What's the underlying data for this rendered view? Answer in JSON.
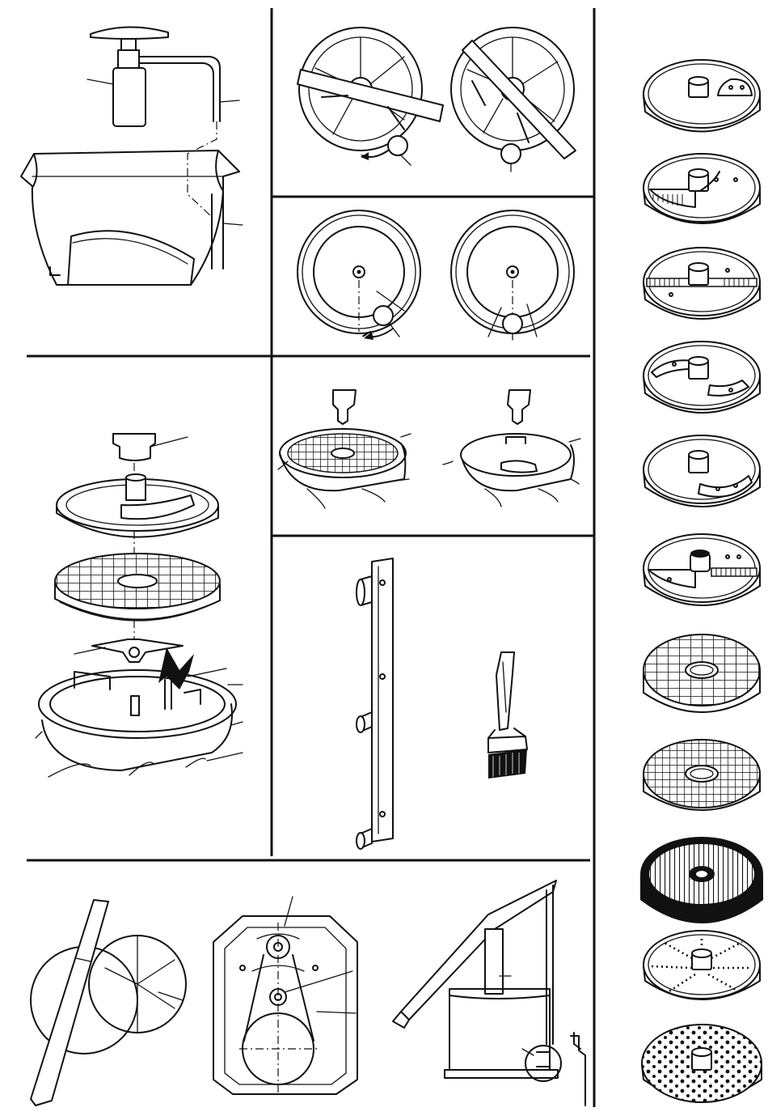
{
  "colors": {
    "ink": "#111111",
    "paper": "#ffffff"
  },
  "panels": [
    {
      "id": "lid-and-pusher"
    },
    {
      "id": "disc-removal-tool"
    },
    {
      "id": "ejector-alignment"
    },
    {
      "id": "dicing-grid-removal"
    },
    {
      "id": "dicing-assembly"
    },
    {
      "id": "tool-rack-and-brush"
    },
    {
      "id": "motor-and-lever"
    }
  ],
  "discs": [
    {
      "id": "disc-1",
      "kind": "slicer-small-blade"
    },
    {
      "id": "disc-2",
      "kind": "slicer-long-blade"
    },
    {
      "id": "disc-3",
      "kind": "julienne"
    },
    {
      "id": "disc-4",
      "kind": "slicer-curved"
    },
    {
      "id": "disc-5",
      "kind": "slicer-half"
    },
    {
      "id": "disc-6",
      "kind": "julienne-fine"
    },
    {
      "id": "disc-7",
      "kind": "dicing-grid-large"
    },
    {
      "id": "disc-8",
      "kind": "dicing-grid-small"
    },
    {
      "id": "disc-9",
      "kind": "french-fry-grid"
    },
    {
      "id": "disc-10",
      "kind": "grater-fine"
    },
    {
      "id": "disc-11",
      "kind": "grater-coarse"
    }
  ]
}
